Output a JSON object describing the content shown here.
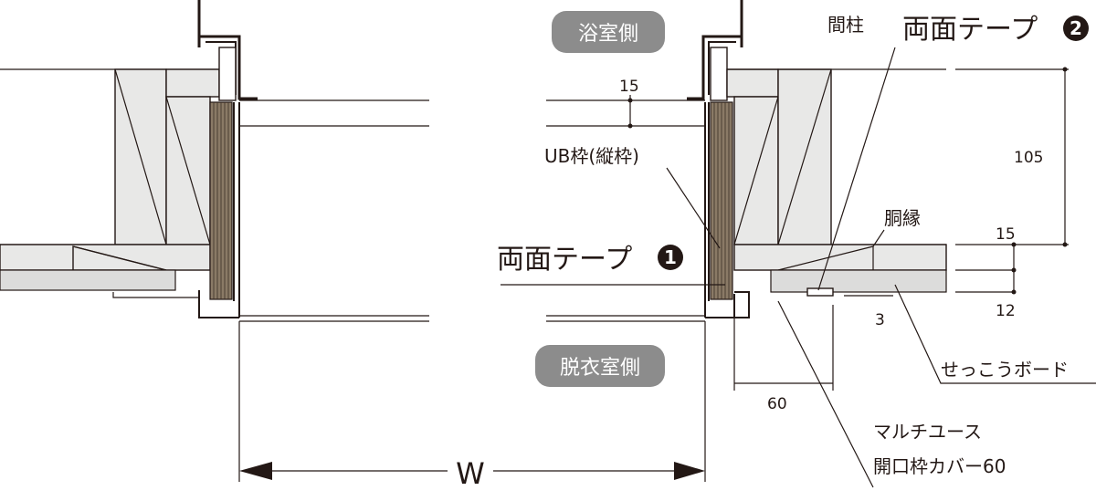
{
  "labels": {
    "bath_side": "浴室側",
    "dressing_side": "脱衣室側",
    "stud": "間柱",
    "double_tape_2": "両面テープ",
    "double_tape_1": "両面テープ",
    "tape_num_2": "2",
    "tape_num_1": "1",
    "ub_frame": "UB枠(縦枠)",
    "furring": "胴縁",
    "gypsum": "せっこうボード",
    "cover_line1": "マルチユース",
    "cover_line2": "開口枠カバー60",
    "width": "W"
  },
  "dimensions": {
    "d15_top": "15",
    "d105": "105",
    "d15_mid": "15",
    "d12": "12",
    "d3": "3",
    "d60": "60"
  },
  "colors": {
    "line": "#231815",
    "post_fill": "#e8e8e7",
    "pill": "#8c8c8c",
    "wood": "#8a7a66"
  }
}
